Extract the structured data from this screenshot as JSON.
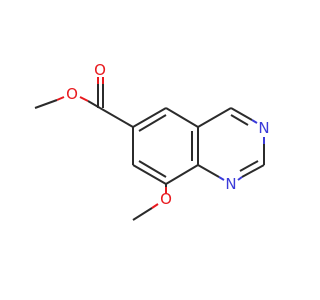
{
  "molecule": {
    "atoms": {
      "o_carbonyl": {
        "symbol": "O",
        "color": "#e8191e"
      },
      "o_ester": {
        "symbol": "O",
        "color": "#e8191e"
      },
      "o_methoxy": {
        "symbol": "O",
        "color": "#e8191e"
      },
      "n3": {
        "symbol": "N",
        "color": "#3b3bd9"
      },
      "n1": {
        "symbol": "N",
        "color": "#3b3bd9"
      }
    },
    "bond_color": "#2b2b2b"
  }
}
